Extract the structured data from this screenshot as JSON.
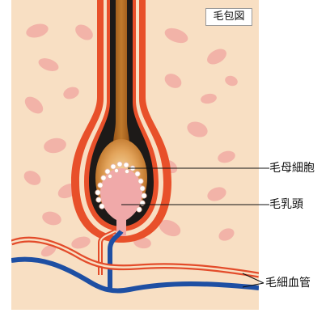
{
  "title": "毛包図",
  "labels": {
    "hair_matrix": "毛母細胞",
    "dermal_papilla": "毛乳頭",
    "capillaries": "毛細血管"
  },
  "colors": {
    "skin": "#f8dfc3",
    "skin_spot": "#f2b3a8",
    "outer_sheath": "#e8502a",
    "inner_sheath": "#1d1a18",
    "hair_shaft": "#b66a1f",
    "papilla": "#f0a9a9",
    "artery": "#e34b2a",
    "vein": "#1e4fa3"
  }
}
